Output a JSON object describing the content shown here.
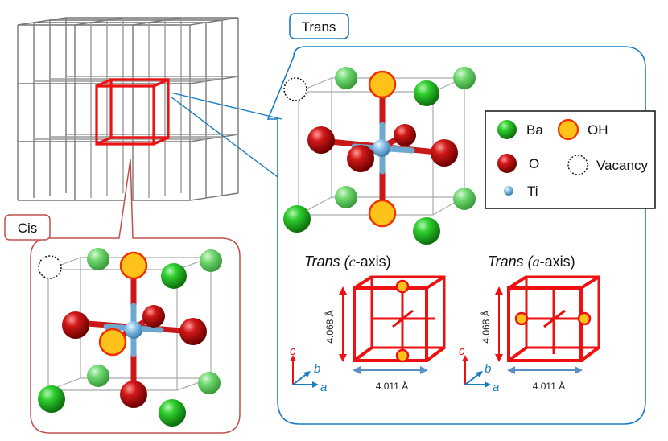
{
  "labels": {
    "trans": "Trans",
    "cis": "Cis",
    "trans_c_axis": {
      "prefix": "Trans (",
      "axis": "c",
      "suffix": "-axis)"
    },
    "trans_a_axis": {
      "prefix": "Trans (",
      "axis": "a",
      "suffix": "-axis)"
    }
  },
  "legend": {
    "items": [
      {
        "label": "Ba",
        "icon": "ba-atom-icon",
        "color": "#1db21d"
      },
      {
        "label": "OH",
        "icon": "oh-atom-icon",
        "color": "#ffc21a"
      },
      {
        "label": "O",
        "icon": "o-atom-icon",
        "color": "#d00000"
      },
      {
        "label": "Vacancy",
        "icon": "vacancy-icon",
        "color": "#000000"
      },
      {
        "label": "Ti",
        "icon": "ti-atom-icon",
        "color": "#7fb9e0"
      }
    ]
  },
  "dimensions": {
    "height": "4.068 Å",
    "width": "4.011 Å"
  },
  "axes": {
    "c": "c",
    "b": "b",
    "a": "a"
  },
  "colors": {
    "callout_trans": "#1a7cc0",
    "callout_cis": "#c0504d",
    "cell_highlight": "#ee1111",
    "grid": "#777777"
  }
}
